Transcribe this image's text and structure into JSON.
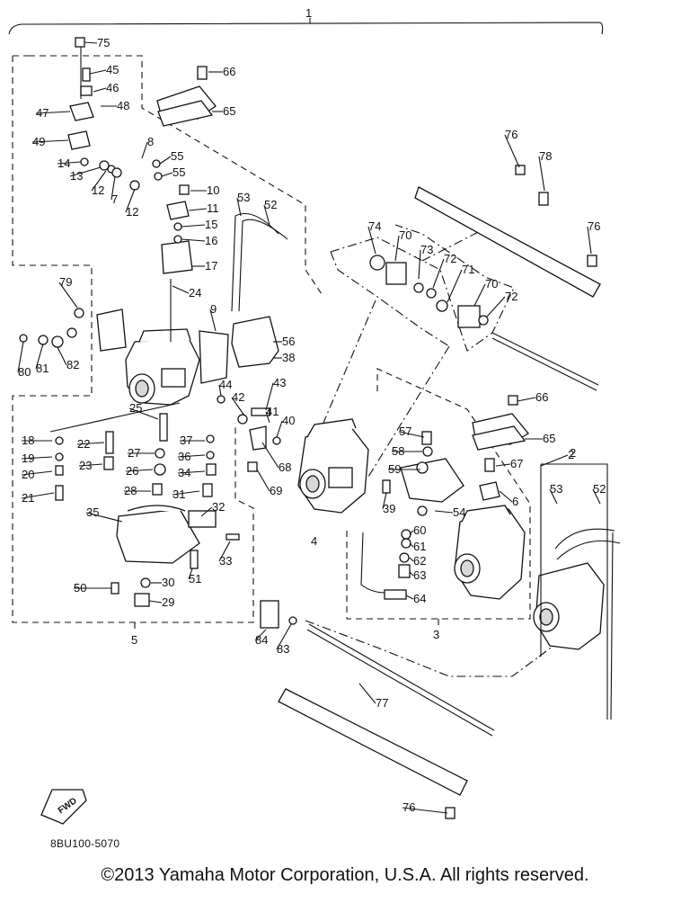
{
  "assembly_label": "1",
  "sub_assemblies": {
    "carb_1": "5",
    "carb_2": "3",
    "carb_3": "4",
    "carb_4": "2"
  },
  "part_callouts": [
    "75",
    "45",
    "46",
    "47",
    "48",
    "49",
    "14",
    "13",
    "12",
    "7",
    "8",
    "55",
    "55",
    "10",
    "11",
    "12",
    "15",
    "16",
    "17",
    "24",
    "66",
    "65",
    "53",
    "52",
    "9",
    "56",
    "38",
    "79",
    "80",
    "81",
    "82",
    "43",
    "42",
    "44",
    "41",
    "40",
    "18",
    "22",
    "19",
    "20",
    "23",
    "21",
    "25",
    "27",
    "26",
    "28",
    "37",
    "36",
    "34",
    "31",
    "32",
    "33",
    "35",
    "51",
    "50",
    "30",
    "29",
    "74",
    "70",
    "73",
    "72",
    "71",
    "70",
    "72",
    "76",
    "78",
    "76",
    "66",
    "65",
    "57",
    "58",
    "59",
    "54",
    "39",
    "60",
    "61",
    "62",
    "63",
    "64",
    "67",
    "6",
    "2",
    "53",
    "52",
    "68",
    "69",
    "84",
    "83",
    "77",
    "76"
  ],
  "fwd_label": "FWD",
  "drawing_code": "8BU100-5070",
  "copyright": "©2013 Yamaha Motor Corporation, U.S.A. All rights reserved."
}
